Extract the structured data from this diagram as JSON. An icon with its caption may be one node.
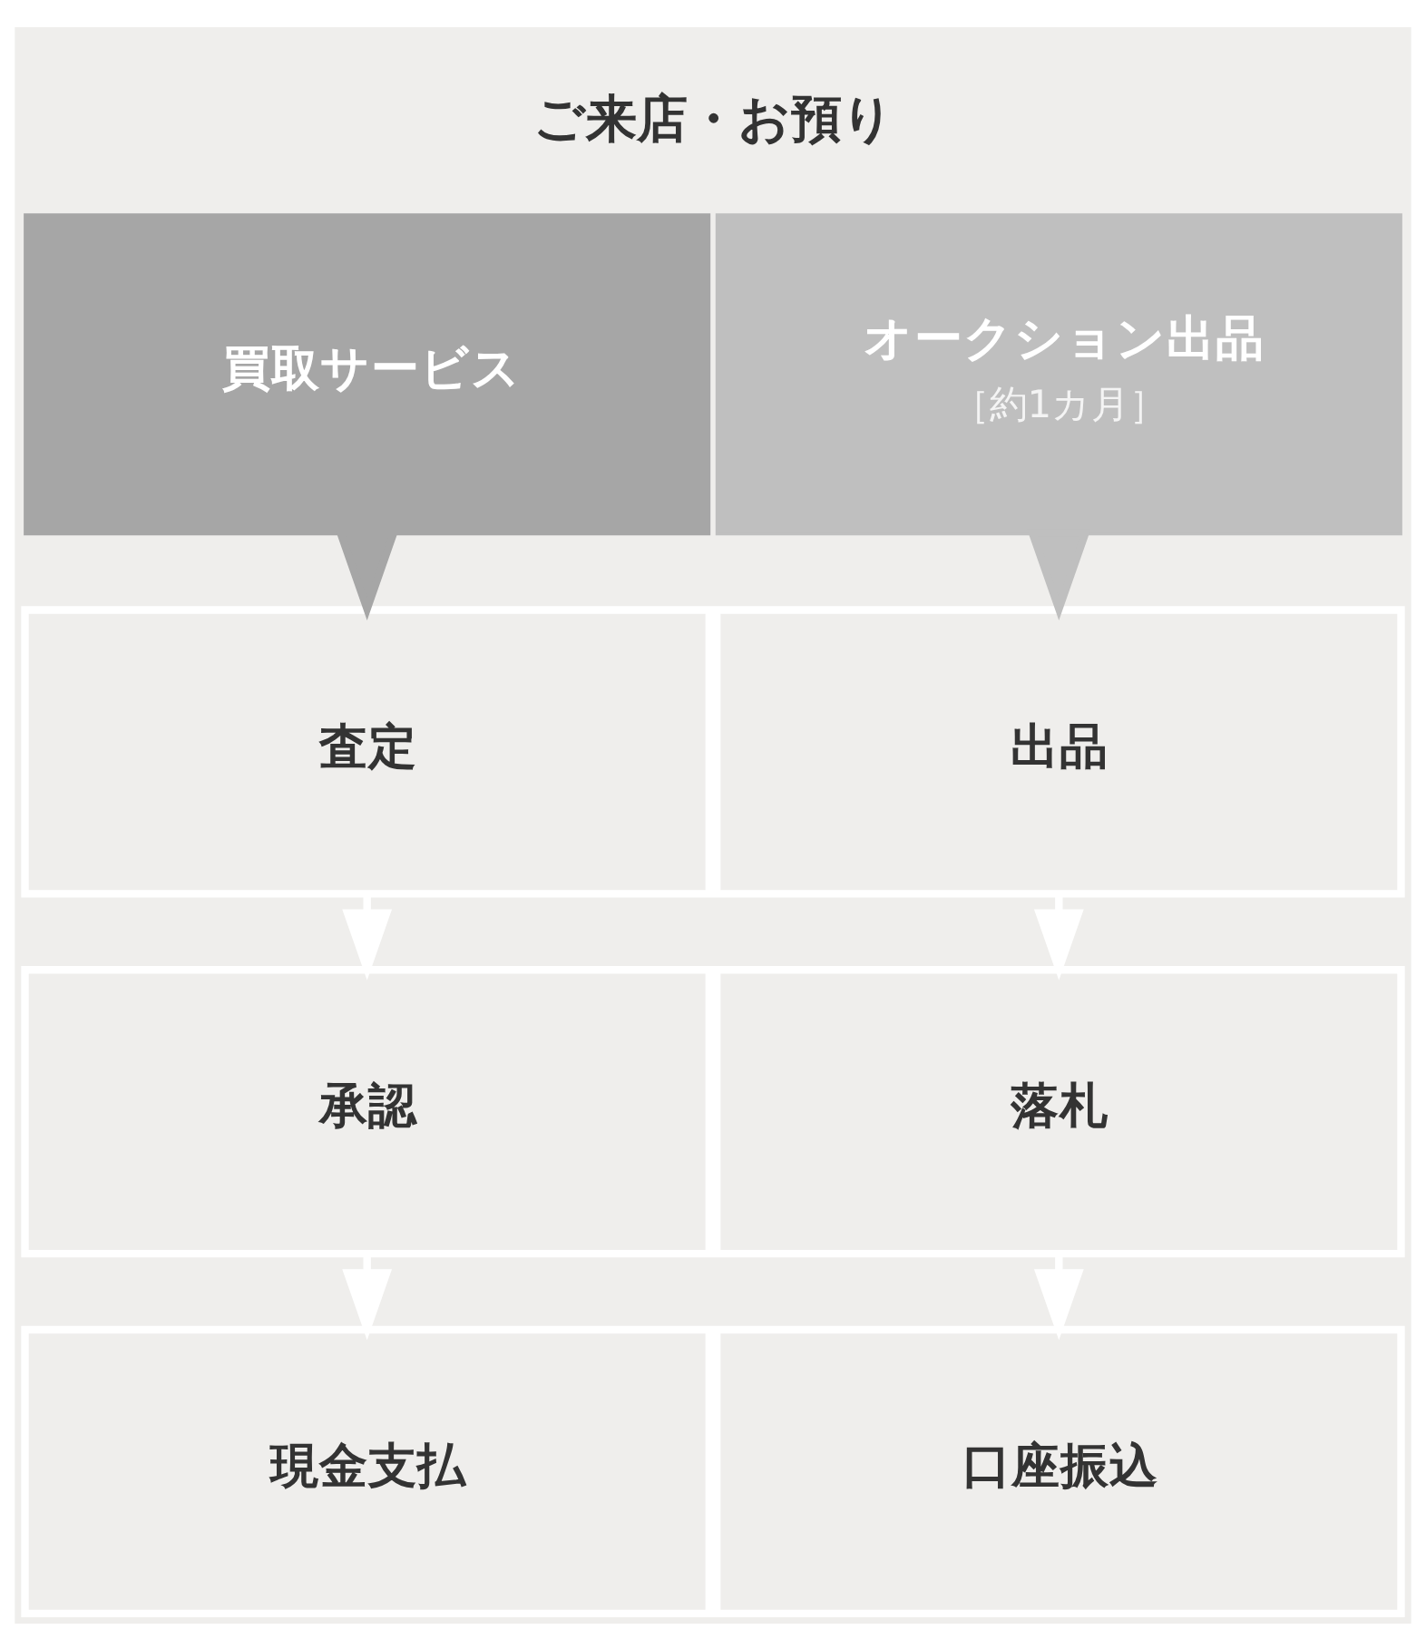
{
  "diagram": {
    "title": "ご来店・お預り",
    "nodes": [
      {
        "text": [
          "買取サービス"
        ]
      },
      {
        "text": [
          "オークション出品",
          "［約1カ月］"
        ]
      },
      {
        "text": [
          "査定"
        ]
      },
      {
        "text": [
          "出品"
        ]
      },
      {
        "text": [
          "承認"
        ]
      },
      {
        "text": [
          "落札"
        ]
      },
      {
        "text": [
          "現金支払"
        ]
      },
      {
        "text": [
          "口座振込"
        ]
      }
    ],
    "edges": [
      {
        "from": 0,
        "to": 2,
        "arrow": "to",
        "color": "#a6a6a6"
      },
      {
        "from": 2,
        "to": 4,
        "arrow": "to"
      },
      {
        "from": 4,
        "to": 6,
        "arrow": "to"
      },
      {
        "from": 1,
        "to": 3,
        "arrow": "to",
        "color": "#bfbfbf"
      },
      {
        "from": 3,
        "to": 5,
        "arrow": "to"
      },
      {
        "from": 5,
        "to": 7,
        "arrow": "to"
      }
    ]
  }
}
